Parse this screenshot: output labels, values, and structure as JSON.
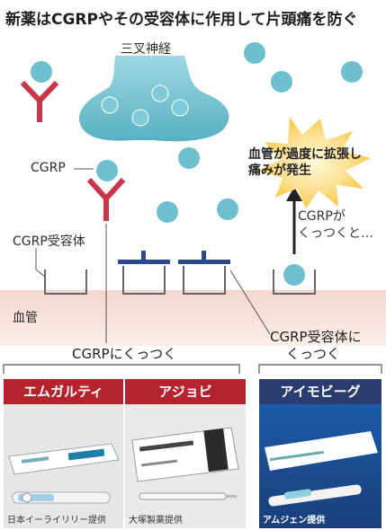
{
  "title": "新薬はCGRPやその受容体に作用して片頭痛を防ぐ",
  "labels": {
    "trigeminal": "三叉神経",
    "cgrp": "CGRP",
    "cgrp_receptor": "CGRP受容体",
    "blood_vessel": "血管",
    "blast_line1": "血管が過度に拡張し",
    "blast_line2": "痛みが発生",
    "cgrp_ga_line1": "CGRPが",
    "cgrp_ga_line2": "くっつくと…",
    "bind_cgrp": "CGRPにくっつく",
    "bind_receptor_line1": "CGRP受容体に",
    "bind_receptor_line2": "くっつく"
  },
  "products": [
    {
      "name": "エムガルティ",
      "credit": "日本イーライリリー提供",
      "color": "#b3242f"
    },
    {
      "name": "アジョビ",
      "credit": "大塚製薬提供",
      "color": "#b3242f"
    },
    {
      "name": "アイモビーグ",
      "credit": "アムジェン提供",
      "color": "#2a3d6e"
    }
  ],
  "colors": {
    "molecule": "#6cc0cf",
    "antibody_red": "#c9364a",
    "receptor_blocker": "#2b4a8b",
    "vessel": "#f6dcd4"
  }
}
